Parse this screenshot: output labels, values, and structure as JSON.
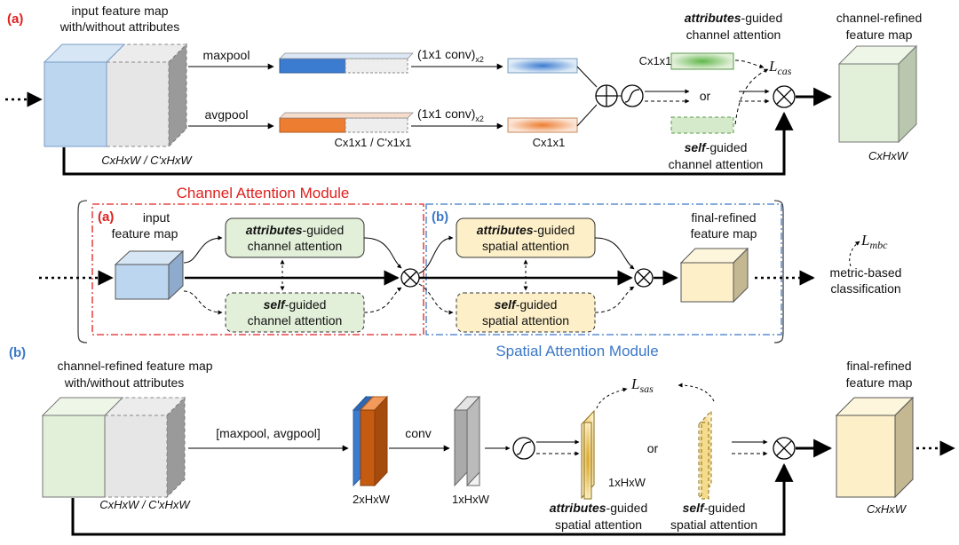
{
  "colors": {
    "attr_blue": "#bcd6ef",
    "grey": "#e6e6e6",
    "green": "#e2efd9",
    "yellow": "#fdf0c8",
    "max_blue": "#3b7bd0",
    "avg_orange": "#ed7d31",
    "brown": "#c55a11",
    "red_label": "#e0201e",
    "blue_label": "#3b78c8"
  },
  "panel_a": {
    "tag": "(a)",
    "input_label_1": "input feature map",
    "input_label_2": "with/without attributes",
    "maxpool": "maxpool",
    "avgpool": "avgpool",
    "conv_top": "(1x1 conv)",
    "conv_bottom": "(1x1 conv)",
    "conv_sub": "x2",
    "pooled_dims": "Cx1x1 / C'x1x1",
    "conv_out_dims": "Cx1x1",
    "input_dims": "CxHxW / C'xHxW",
    "attr_dims": "Cx1x1",
    "attr_title_1": "attributes-guided",
    "attr_title_2": "channel attention",
    "or": "or",
    "self_title_1": "self-guided",
    "self_title_2": "channel attention",
    "loss": "L",
    "loss_sub": "cas",
    "out_label_1": "channel-refined",
    "out_label_2": "feature map",
    "out_dims": "CxHxW"
  },
  "overview": {
    "cam_title": "Channel Attention Module",
    "sam_title": "Spatial Attention Module",
    "tag_a": "(a)",
    "tag_b": "(b)",
    "input_1": "input",
    "input_2": "feature map",
    "attr_ch_1": "attributes-guided",
    "attr_ch_2": "channel attention",
    "self_ch_1": "self-guided",
    "self_ch_2": "channel attention",
    "attr_sp_1": "attributes-guided",
    "attr_sp_2": "spatial attention",
    "self_sp_1": "self-guided",
    "self_sp_2": "spatial attention",
    "final_1": "final-refined",
    "final_2": "feature map",
    "loss": "L",
    "loss_sub": "mbc",
    "metric_1": "metric-based",
    "metric_2": "classification"
  },
  "panel_b": {
    "tag": "(b)",
    "input_label_1": "channel-refined feature map",
    "input_label_2": "with/without attributes",
    "pool": "[maxpool, avgpool]",
    "conv": "conv",
    "input_dims": "CxHxW / C'xHxW",
    "pooled_dims": "2xHxW",
    "conv_dims": "1xHxW",
    "attn_dims": "1xHxW",
    "or": "or",
    "loss": "L",
    "loss_sub": "sas",
    "attr_title_1": "attributes-guided",
    "attr_title_2": "spatial attention",
    "self_title_1": "self-guided",
    "self_title_2": "spatial attention",
    "out_label_1": "final-refined",
    "out_label_2": "feature map",
    "out_dims": "CxHxW"
  }
}
